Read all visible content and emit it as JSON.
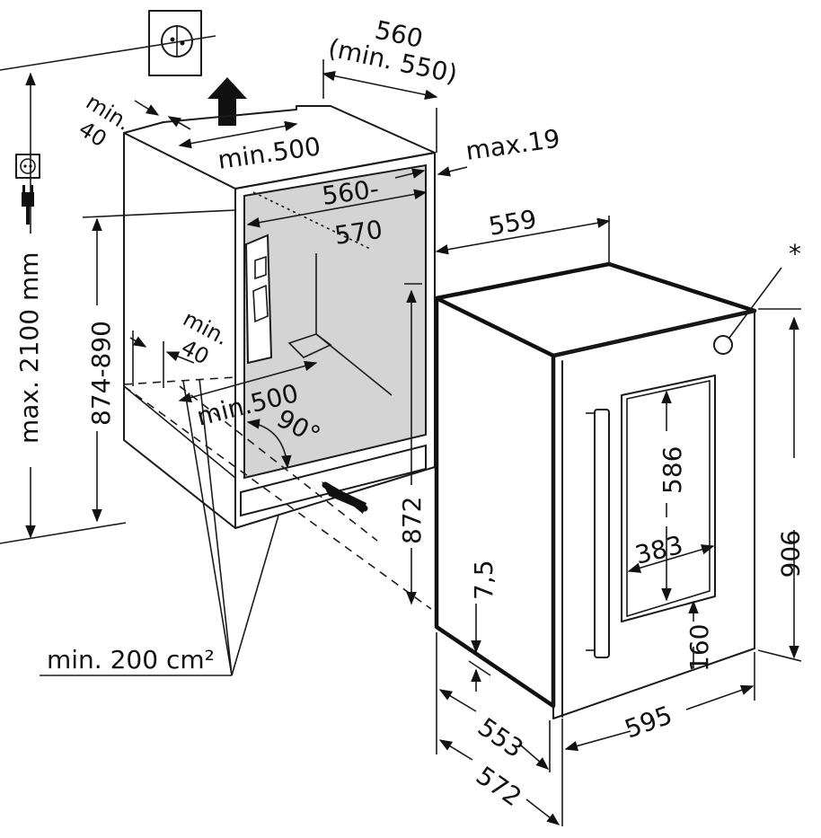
{
  "labels": {
    "niche_depth": "560",
    "niche_depth_min": "(min. 550)",
    "top_offset_min": "min.",
    "top_offset_val": "40",
    "top_vent_width": "min.500",
    "panel_thickness": "max.19",
    "cavity_depth_a": "560-",
    "cavity_depth_b": "570",
    "bottom_offset_min": "min.",
    "bottom_offset_val": "40",
    "bottom_vent_width": "min.500",
    "angle": "90°",
    "niche_height": "874-890",
    "max_height": "max. 2100 mm",
    "vent_area": "min. 200 cm²",
    "appliance_depth_top": "559",
    "appliance_height": "906",
    "door_height": "872",
    "window_height": "586",
    "window_width": "383",
    "plinth_gap": "7,5",
    "bottom_gap": "160",
    "depth_553": "553",
    "depth_572": "572",
    "width_595": "595",
    "asterisk": "*"
  },
  "icons": [
    "power-socket-icon",
    "power-plug-icon",
    "air-flow-arrow-icon"
  ]
}
